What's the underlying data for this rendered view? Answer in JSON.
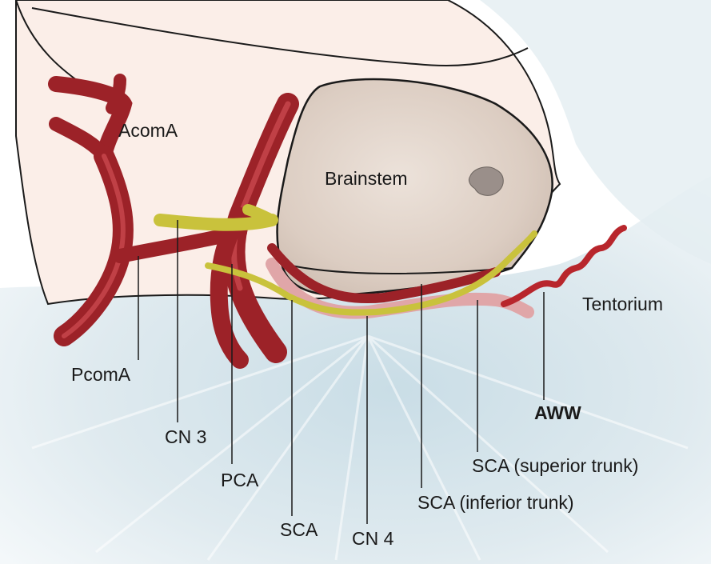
{
  "labels": {
    "acoma": "AcomA",
    "brainstem": "Brainstem",
    "tentorium": "Tentorium",
    "pcoma": "PcomA",
    "aww": "AWW",
    "cn3": "CN 3",
    "pca": "PCA",
    "sca": "SCA",
    "cn4": "CN 4",
    "sca_inferior": "SCA (inferior trunk)",
    "sca_superior": "SCA (superior trunk)"
  },
  "colors": {
    "background": "#ffffff",
    "brain_fill": "#fbeee8",
    "brainstem_fill": "#e0d2c8",
    "tentorium_fill": "#d8e8ee",
    "artery": "#a8262c",
    "artery_highlight": "#d8555a",
    "nerve": "#c9c23c",
    "outline": "#1a1a1a"
  }
}
